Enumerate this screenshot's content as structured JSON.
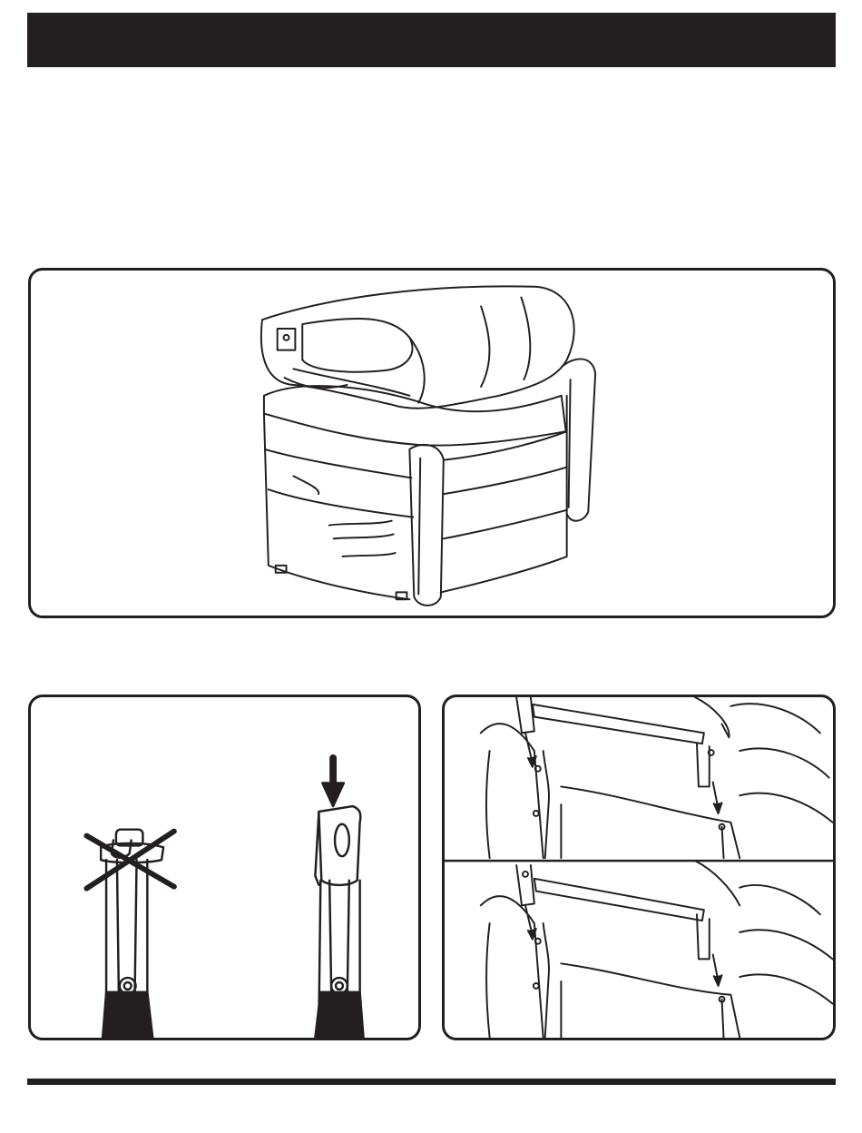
{
  "header": {
    "bar_color": "#231f20"
  },
  "figures": {
    "chair": {
      "icon": "lift-chair-with-folded-back-cushion-illustration"
    },
    "clips": {
      "incorrect": {
        "icon": "clip-incorrect-crossed-out-icon"
      },
      "correct": {
        "icon": "clip-correct-with-down-arrow-icon"
      }
    },
    "brackets": {
      "upper": {
        "icon": "backrest-bracket-alignment-upper-illustration"
      },
      "lower": {
        "icon": "backrest-bracket-alignment-lower-illustration"
      }
    }
  },
  "footer": {
    "bar_color": "#231f20"
  }
}
